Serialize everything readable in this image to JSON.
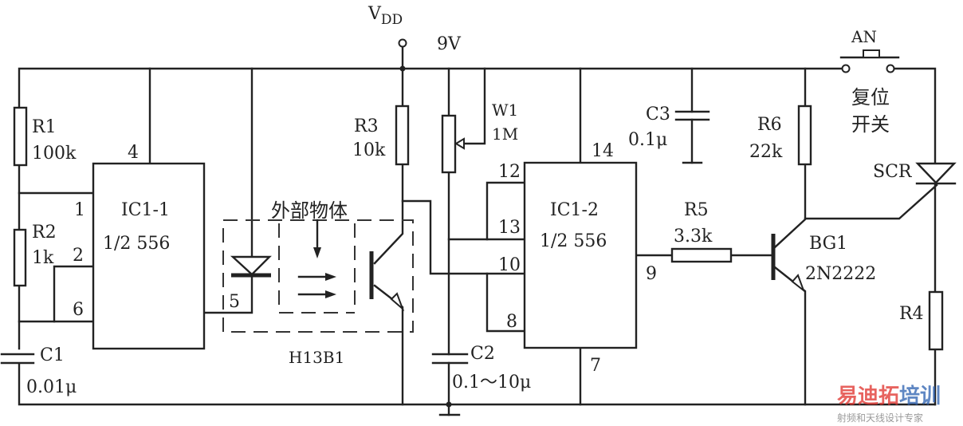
{
  "title": "Photo-interrupter alarm circuit with 556 timer and SCR",
  "supply": {
    "label": "V",
    "subscript": "DD",
    "voltage": "9V"
  },
  "ic1": {
    "name": "IC1-1",
    "part": "1/2 556",
    "pins": {
      "p4": "4",
      "p1": "1",
      "p2": "2",
      "p6": "6",
      "p5": "5"
    }
  },
  "ic2": {
    "name": "IC1-2",
    "part": "1/2 556",
    "pins": {
      "p14": "14",
      "p12": "12",
      "p13": "13",
      "p10": "10",
      "p8": "8",
      "p9": "9",
      "p7": "7"
    }
  },
  "components": {
    "r1": {
      "ref": "R1",
      "value": "100k"
    },
    "r2": {
      "ref": "R2",
      "value": "1k"
    },
    "c1": {
      "ref": "C1",
      "value": "0.01μ"
    },
    "r3": {
      "ref": "R3",
      "value": "10k"
    },
    "w1": {
      "ref": "W1",
      "value": "1M"
    },
    "c2": {
      "ref": "C2",
      "value": "0.1～10μ"
    },
    "c3": {
      "ref": "C3",
      "value": "0.1μ"
    },
    "r5": {
      "ref": "R5",
      "value": "3.3k"
    },
    "r6": {
      "ref": "R6",
      "value": "22k"
    },
    "bg1": {
      "ref": "BG1",
      "value": "2N2222"
    },
    "r4": {
      "ref": "R4"
    },
    "scr": {
      "ref": "SCR"
    },
    "an": {
      "ref": "AN",
      "desc_line1": "复位",
      "desc_line2": "开关"
    }
  },
  "optocoupler": {
    "part": "H13B1",
    "object_label": "外部物体"
  },
  "watermark": {
    "brand_red": "易迪拓",
    "brand_blue": "培训",
    "tagline": "射频和天线设计专家",
    "red": "#e0302a",
    "blue": "#2a5fb0"
  }
}
